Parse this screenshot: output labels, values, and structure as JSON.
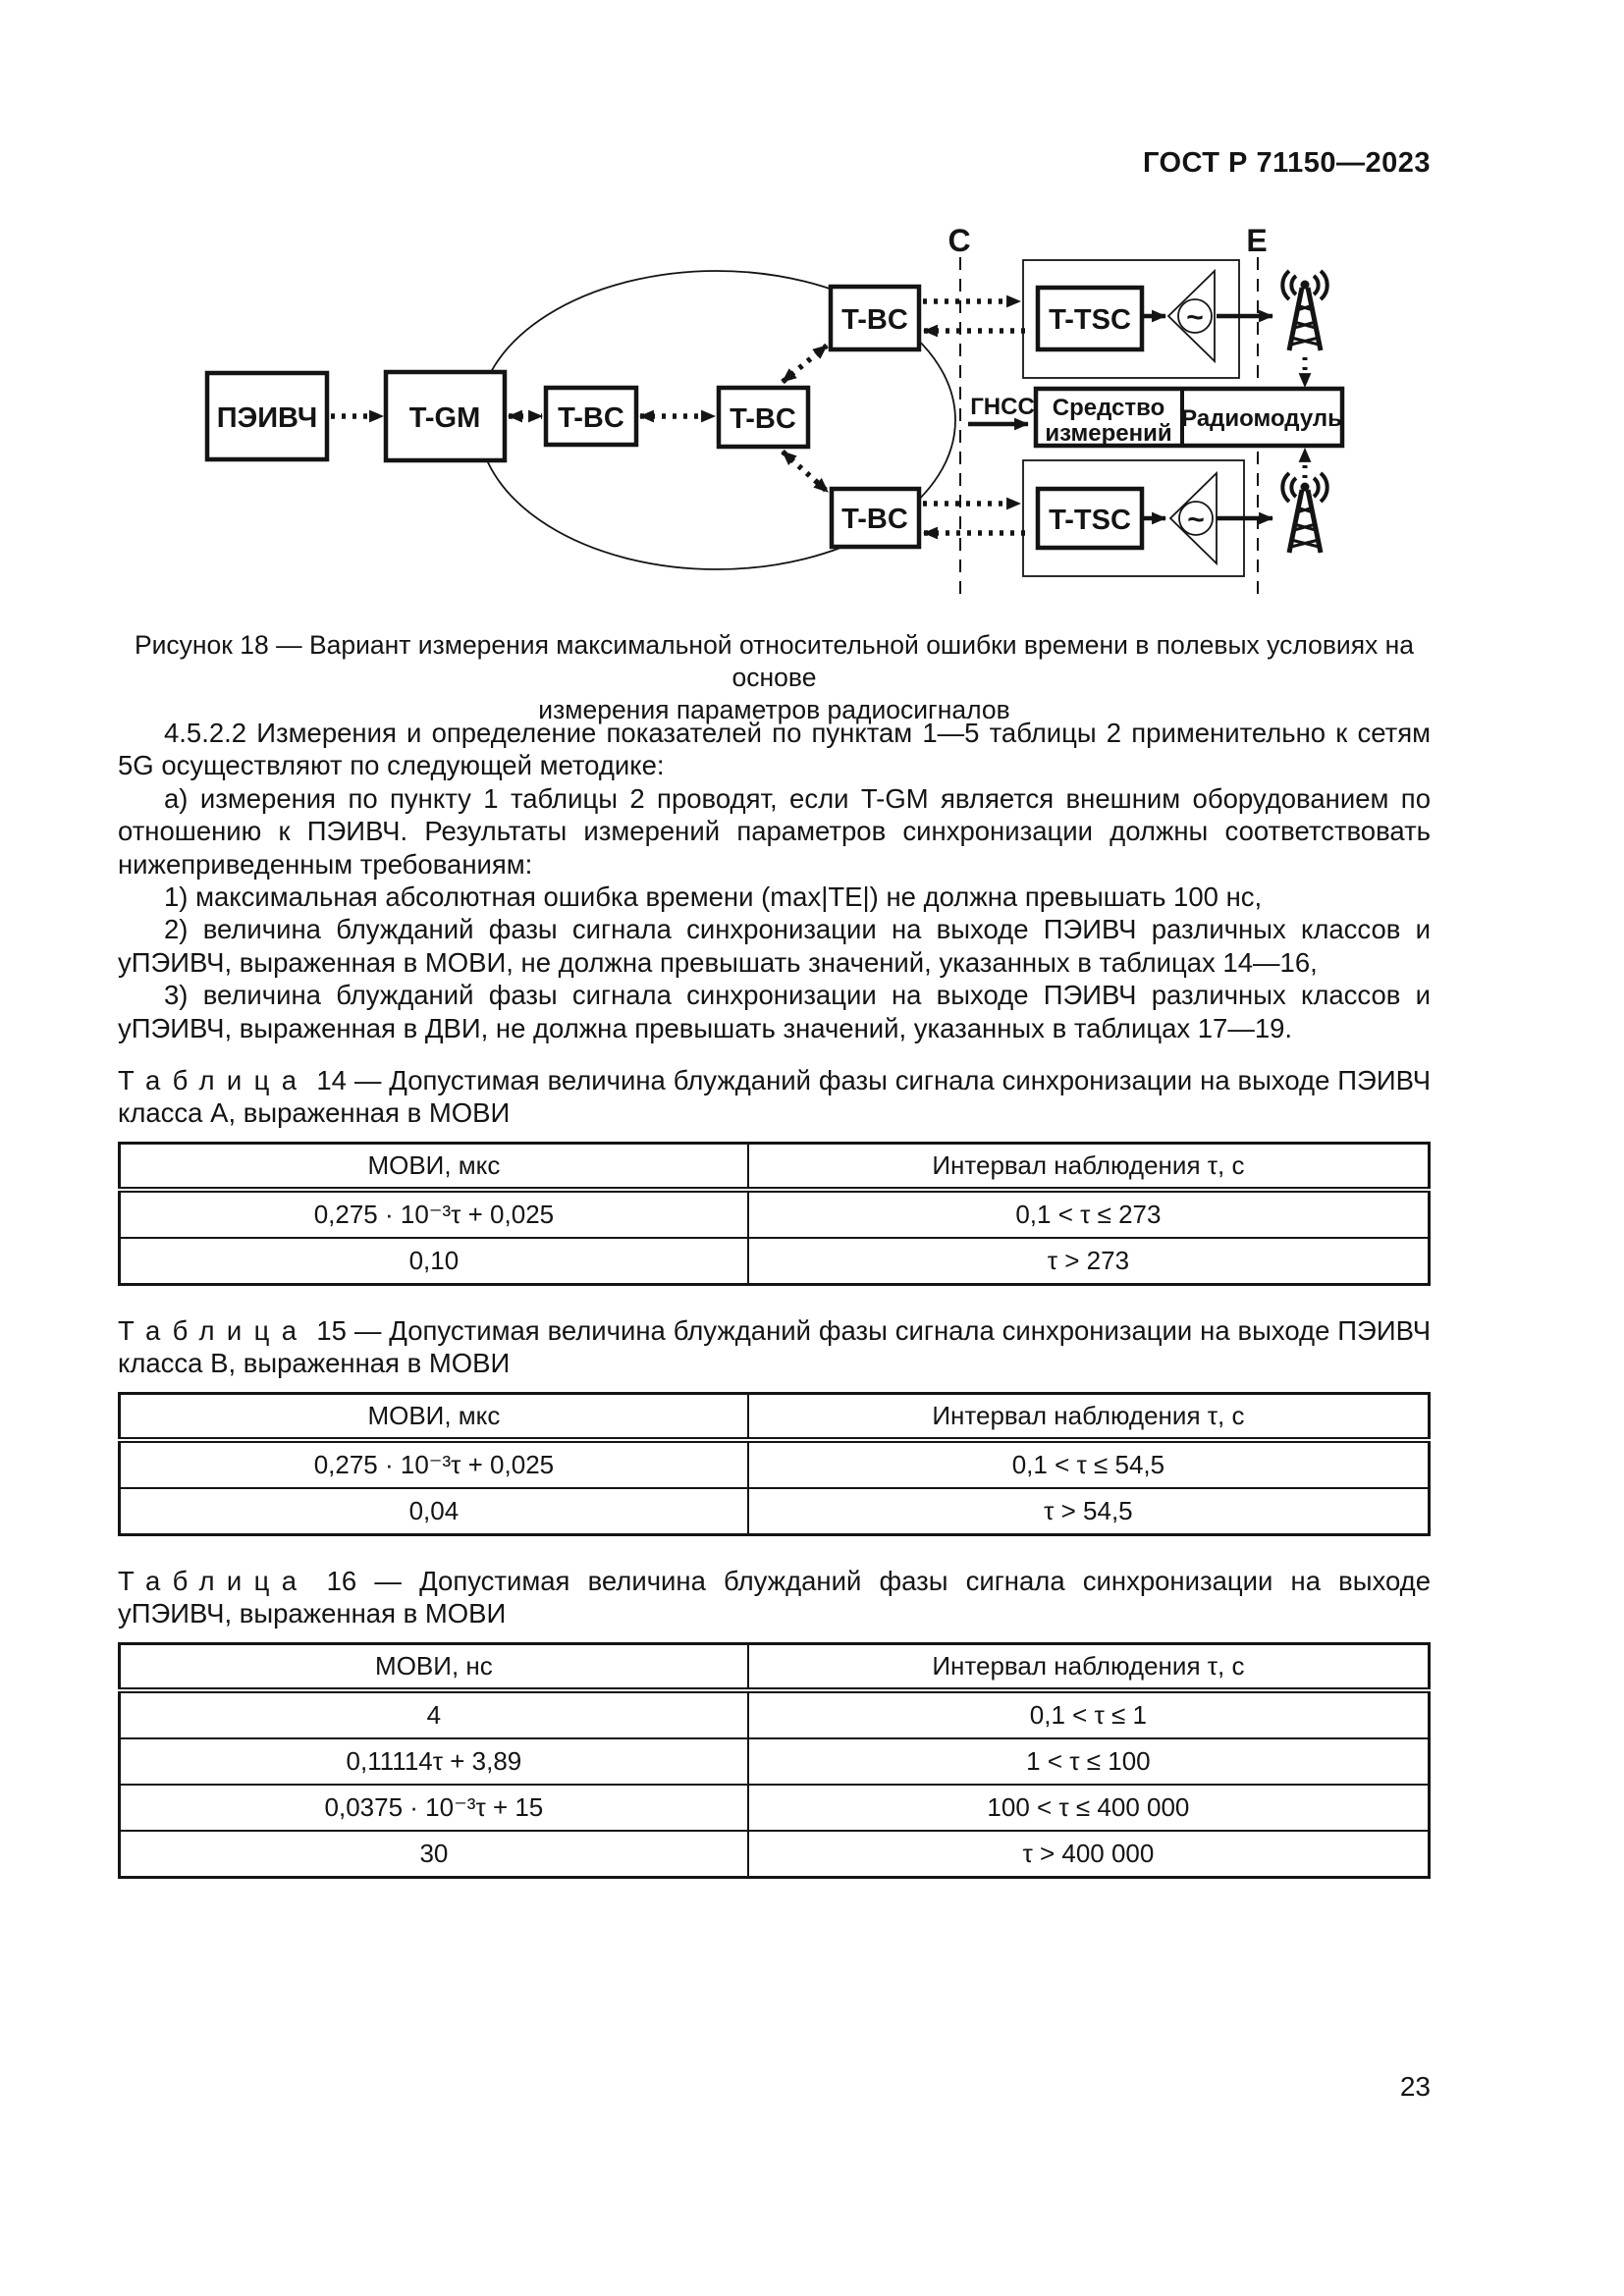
{
  "doc": {
    "header": "ГОСТ Р 71150—2023",
    "page_number": "23"
  },
  "figure": {
    "caption_line1": "Рисунок 18 — Вариант измерения максимальной относительной ошибки времени в полевых условиях на основе",
    "caption_line2": "измерения параметров радиосигналов",
    "labels": {
      "peivch": "ПЭИВЧ",
      "tgm": "T-GM",
      "tbc": "T-BC",
      "ttsc": "T-TSC",
      "gnss": "ГНСС",
      "meter_line1": "Средство",
      "meter_line2": "измерений",
      "radio": "Радиомодуль",
      "c": "C",
      "e": "E",
      "amp": "~"
    }
  },
  "paragraphs": [
    "4.5.2.2 Измерения и определение показателей по пунктам 1—5 таблицы 2 применительно к сетям 5G осуществляют по следующей методике:",
    "а) измерения по пункту 1 таблицы 2 проводят, если T-GM является внешним оборудованием по отношению к ПЭИВЧ. Результаты измерений параметров синхронизации должны соответствовать нижеприведенным требованиям:",
    "1) максимальная абсолютная ошибка времени (max|TE|) не должна превышать 100 нс,",
    "2) величина блужданий фазы сигнала синхронизации на выходе ПЭИВЧ различных классов и уПЭИВЧ, выраженная в МОВИ, не должна превышать значений, указанных в таблицах 14—16,",
    "3) величина блужданий фазы сигнала синхронизации на выходе ПЭИВЧ различных классов и уПЭИВЧ, выраженная в ДВИ, не должна превышать значений, указанных в таблицах 17—19."
  ],
  "tables": [
    {
      "word": "Таблица",
      "num": "14",
      "title": "— Допустимая величина блужданий фазы сигнала синхронизации на выходе ПЭИВЧ класса А, выраженная в МОВИ",
      "col1": "МОВИ, мкс",
      "col2": "Интервал наблюдения τ, с",
      "rows": [
        [
          "0,275 · 10⁻³τ + 0,025",
          "0,1 < τ ≤ 273"
        ],
        [
          "0,10",
          "τ > 273"
        ]
      ]
    },
    {
      "word": "Таблица",
      "num": "15",
      "title": "— Допустимая величина блужданий фазы сигнала синхронизации на выходе ПЭИВЧ класса В, выраженная в МОВИ",
      "col1": "МОВИ, мкс",
      "col2": "Интервал наблюдения τ, с",
      "rows": [
        [
          "0,275 · 10⁻³τ + 0,025",
          "0,1 < τ ≤ 54,5"
        ],
        [
          "0,04",
          "τ > 54,5"
        ]
      ]
    },
    {
      "word": "Таблица",
      "num": "16",
      "title": "— Допустимая величина блужданий фазы сигнала синхронизации на выходе уПЭИВЧ, выраженная в МОВИ",
      "col1": "МОВИ, нс",
      "col2": "Интервал наблюдения τ, с",
      "rows": [
        [
          "4",
          "0,1 < τ ≤ 1"
        ],
        [
          "0,11114τ + 3,89",
          "1 < τ ≤ 100"
        ],
        [
          "0,0375 · 10⁻³τ + 15",
          "100 < τ ≤ 400 000"
        ],
        [
          "30",
          "τ > 400 000"
        ]
      ]
    }
  ]
}
